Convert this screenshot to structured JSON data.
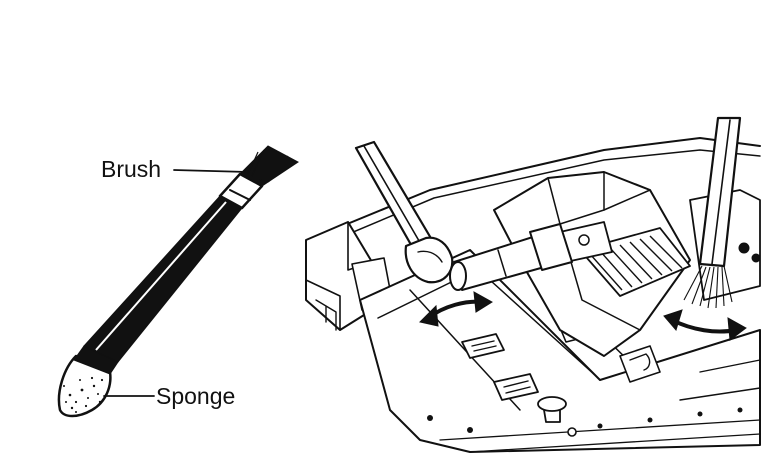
{
  "figure": {
    "labels": {
      "brush": "Brush",
      "sponge": "Sponge"
    },
    "colors": {
      "ink": "#111111",
      "paper": "#ffffff",
      "sponge_texture": "#cfcfcf"
    },
    "icons": {
      "tool": "double-ended-brush-sponge-icon",
      "scene": "vehicle-engine-deck-illustration",
      "motion": "double-headed-arrow-icon"
    }
  }
}
